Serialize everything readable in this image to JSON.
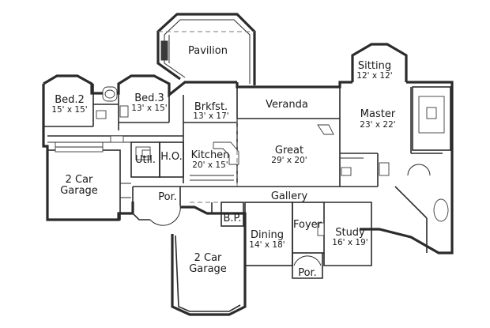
{
  "rooms": {
    "pavilion": {
      "name": "Pavilion"
    },
    "veranda": {
      "name": "Veranda"
    },
    "bed2": {
      "name": "Bed.2",
      "dims": "15' x 15'"
    },
    "bed3": {
      "name": "Bed.3",
      "dims": "13' x 15'"
    },
    "brkfst": {
      "name": "Brkfst.",
      "dims": "13' x 17'"
    },
    "sitting": {
      "name": "Sitting",
      "dims": "12' x 12'"
    },
    "master": {
      "name": "Master",
      "dims": "23' x 22'"
    },
    "great": {
      "name": "Great",
      "dims": "29' x 20'"
    },
    "kitchen": {
      "name": "Kitchen",
      "dims": "20' x 15'"
    },
    "util": {
      "name": "Util."
    },
    "ho": {
      "name": "H.O."
    },
    "garage_left": {
      "name_line1": "2 Car",
      "name_line2": "Garage"
    },
    "porch_left": {
      "name": "Por."
    },
    "gallery": {
      "name": "Gallery"
    },
    "bp": {
      "name": "B.P."
    },
    "foyer": {
      "name": "Foyer"
    },
    "dining": {
      "name": "Dining",
      "dims": "14' x 18'"
    },
    "study": {
      "name": "Study",
      "dims": "16' x 19'"
    },
    "garage_bottom": {
      "name_line1": "2 Car",
      "name_line2": "Garage"
    },
    "porch_front": {
      "name": "Por."
    }
  }
}
